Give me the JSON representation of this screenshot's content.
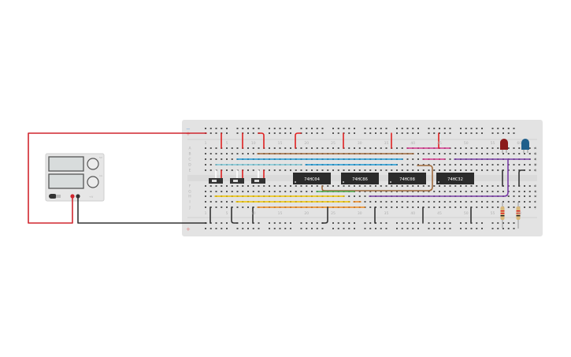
{
  "power_supply": {
    "label": "+V",
    "knob_labels": [
      "5V",
      "1A"
    ],
    "terminal_colors": {
      "positive": "#d0262e",
      "negative": "#333333"
    }
  },
  "breadboard": {
    "column_numbers": [
      "1",
      "5",
      "10",
      "15",
      "20",
      "25",
      "30",
      "35",
      "40",
      "45",
      "50",
      "55",
      "60"
    ],
    "row_letters_top": [
      "A",
      "B",
      "C",
      "D",
      "E"
    ],
    "row_letters_bottom": [
      "F",
      "G",
      "H",
      "I",
      "J"
    ],
    "rail_signs": {
      "minus": "−",
      "plus": "+"
    }
  },
  "chips": [
    {
      "label": "74HC04"
    },
    {
      "label": "74HC86"
    },
    {
      "label": "74HC08"
    },
    {
      "label": "74HC32"
    }
  ],
  "leds": [
    {
      "color": "#8b1a1a"
    },
    {
      "color": "#1f5f8b"
    }
  ],
  "wire_colors": {
    "red": "#e02020",
    "black": "#333333",
    "brown": "#a06a3c",
    "blue": "#1e9ad6",
    "lightblue": "#7cc8d8",
    "pink": "#d63a8e",
    "purple": "#7a3ea6",
    "green": "#4caf50",
    "yellow": "#f2c500",
    "orange": "#f08a1e"
  }
}
